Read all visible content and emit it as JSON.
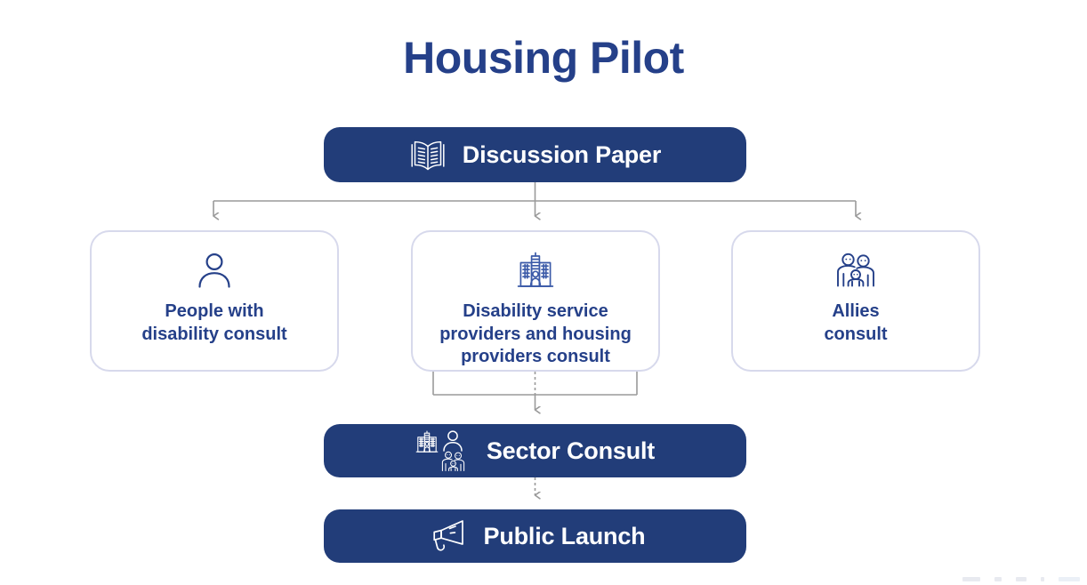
{
  "title": "Housing Pilot",
  "colors": {
    "navy": "#223d79",
    "title_blue": "#254089",
    "card_border": "#d7d9ec",
    "connector_grey": "#9a9a9a",
    "background": "#ffffff"
  },
  "nodes": {
    "discussion_paper": {
      "label": "Discussion Paper",
      "icon": "open-book-icon",
      "style": "solid"
    },
    "people_consult": {
      "label": "People with\ndisability consult",
      "icon": "person-icon",
      "style": "card"
    },
    "providers_consult": {
      "label": "Disability service\nproviders and housing\nproviders consult",
      "icon": "building-icon",
      "style": "card"
    },
    "allies_consult": {
      "label": "Allies\nconsult",
      "icon": "family-group-icon",
      "style": "card"
    },
    "sector_consult": {
      "label": "Sector Consult",
      "icon": "building-person-family-icon",
      "style": "solid"
    },
    "public_launch": {
      "label": "Public Launch",
      "icon": "megaphone-icon",
      "style": "solid"
    }
  },
  "connectors": [
    {
      "from": "discussion_paper",
      "to": "people_consult",
      "style": "solid-arrow"
    },
    {
      "from": "discussion_paper",
      "to": "providers_consult",
      "style": "solid-arrow"
    },
    {
      "from": "discussion_paper",
      "to": "allies_consult",
      "style": "solid-arrow"
    },
    {
      "from": "people_consult",
      "to": "sector_consult",
      "style": "solid-arrow"
    },
    {
      "from": "providers_consult",
      "to": "sector_consult",
      "style": "solid-arrow"
    },
    {
      "from": "allies_consult",
      "to": "sector_consult",
      "style": "solid-arrow"
    },
    {
      "from": "sector_consult",
      "to": "public_launch",
      "style": "dashed-arrow"
    }
  ]
}
